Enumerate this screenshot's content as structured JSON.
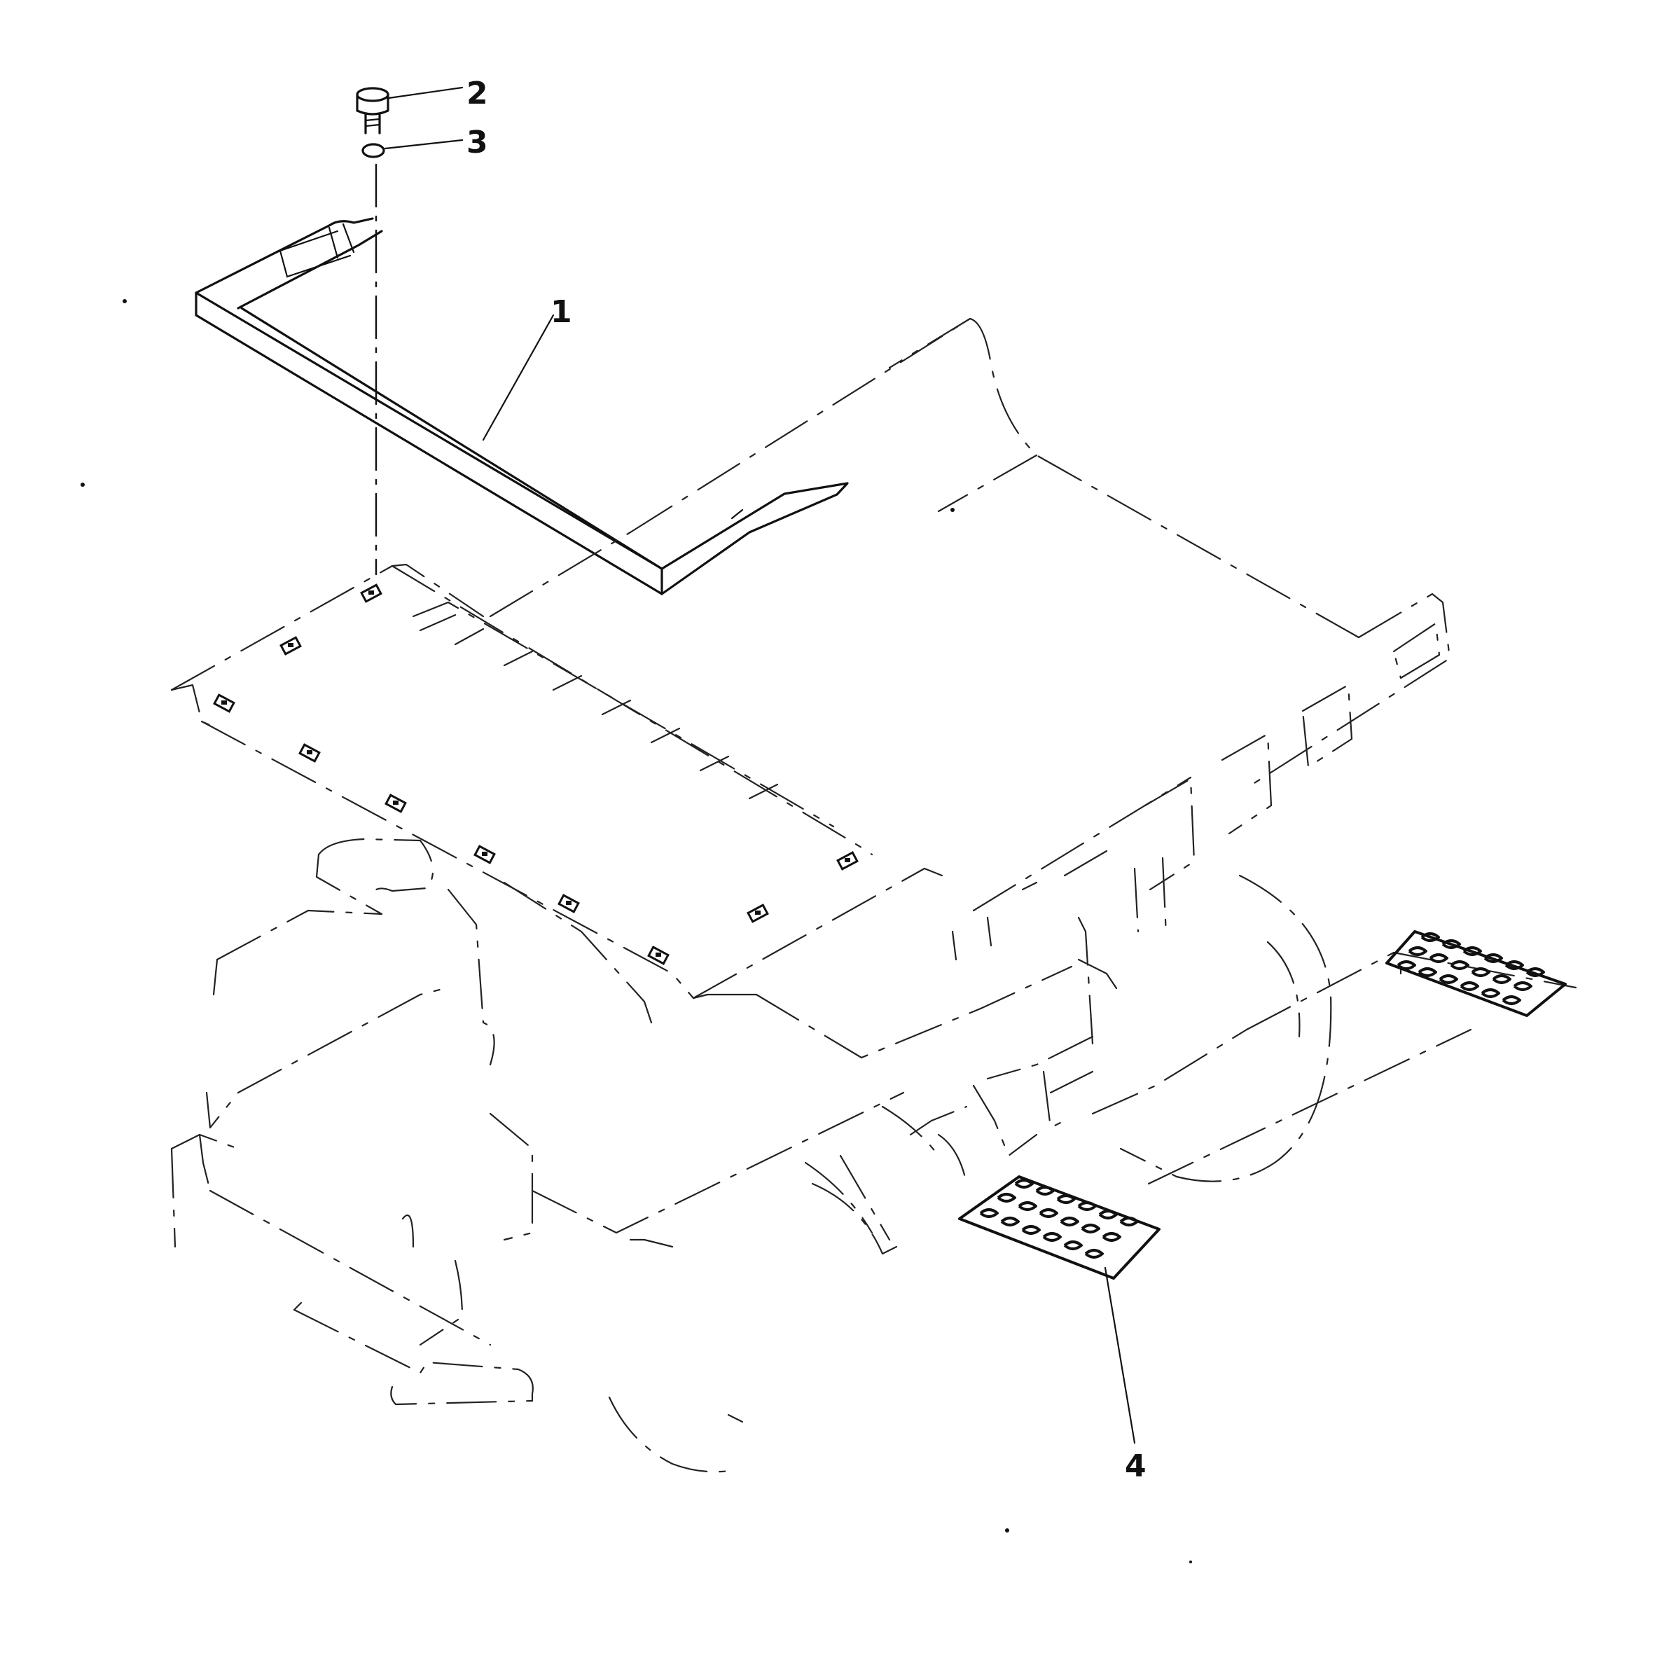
{
  "callouts": {
    "part_1": "1",
    "part_2": "2",
    "part_3": "3",
    "part_4": "4"
  },
  "colors": {
    "ink": "#111111",
    "paper": "#ffffff"
  }
}
